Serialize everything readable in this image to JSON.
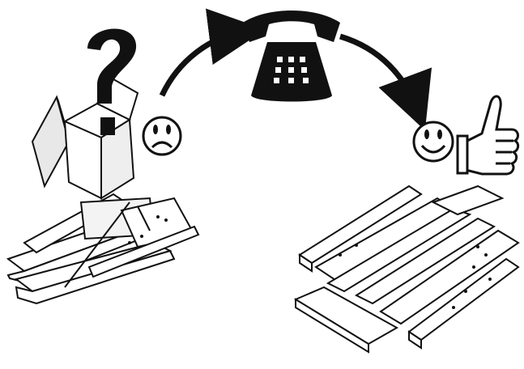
{
  "diagram": {
    "panels": [
      {
        "id": "problem",
        "state": "sad",
        "icons": [
          "question-mark-icon",
          "open-box-icon",
          "scattered-panels-icon",
          "frown-face-icon"
        ]
      },
      {
        "id": "contact",
        "icons": [
          "telephone-icon",
          "curved-arrow-icon"
        ]
      },
      {
        "id": "resolved",
        "state": "happy",
        "icons": [
          "smiley-face-icon",
          "thumbs-up-icon",
          "organized-panels-icon"
        ]
      }
    ],
    "colors": {
      "ink": "#111111",
      "paper": "#ffffff",
      "shade": "#d9d9d9"
    }
  }
}
